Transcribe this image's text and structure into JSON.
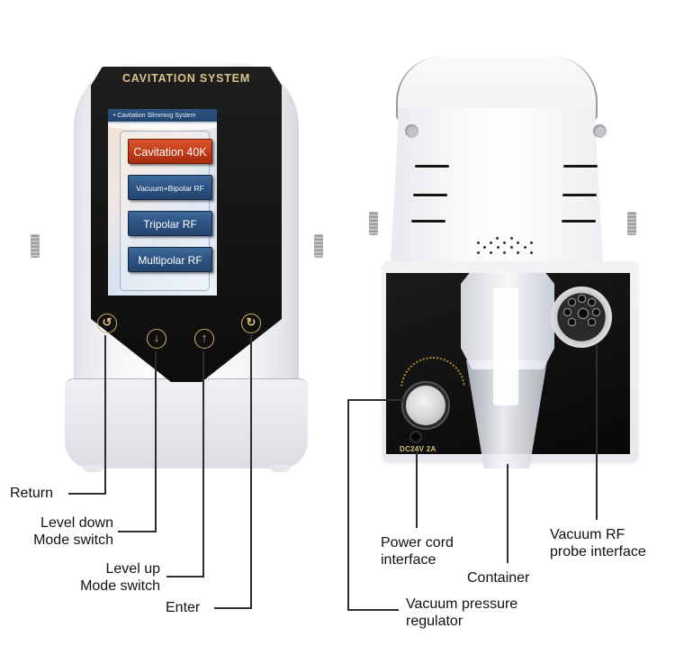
{
  "left_device": {
    "brand_title": "CAVITATION SYSTEM",
    "screen": {
      "header": "• Cavitation Slimming System",
      "menu_items": [
        {
          "label": "Cavitation 40K",
          "state": "selected",
          "color": "#c23a17"
        },
        {
          "label": "Vacuum+Bipolar RF",
          "state": "default",
          "color": "#2b5283"
        },
        {
          "label": "Tripolar RF",
          "state": "default",
          "color": "#2b5283"
        },
        {
          "label": "Multipolar RF",
          "state": "default",
          "color": "#2b5283"
        }
      ]
    },
    "keys": [
      {
        "icon": "return-icon",
        "glyph": "↺"
      },
      {
        "icon": "arrow-down-icon",
        "glyph": "↓"
      },
      {
        "icon": "arrow-up-icon",
        "glyph": "↑"
      },
      {
        "icon": "enter-icon",
        "glyph": "↻"
      }
    ]
  },
  "right_device": {
    "power_rating": "DC24V   2A"
  },
  "callouts": {
    "left": [
      {
        "line1": "Return",
        "line2": ""
      },
      {
        "line1": "Level down",
        "line2": "Mode switch"
      },
      {
        "line1": "Level up",
        "line2": "Mode switch"
      },
      {
        "line1": "Enter",
        "line2": ""
      }
    ],
    "right": [
      {
        "line1": "Power cord",
        "line2": "interface"
      },
      {
        "line1": "Container",
        "line2": ""
      },
      {
        "line1": "Vacuum RF",
        "line2": "probe interface"
      },
      {
        "line1": "Vacuum pressure",
        "line2": "regulator"
      }
    ]
  },
  "colors": {
    "panel_black": "#111111",
    "gold_print": "#d9c48a",
    "screen_blue": "#2b5283",
    "selected_red": "#c23a17",
    "leader_line": "#2e2e2e"
  }
}
